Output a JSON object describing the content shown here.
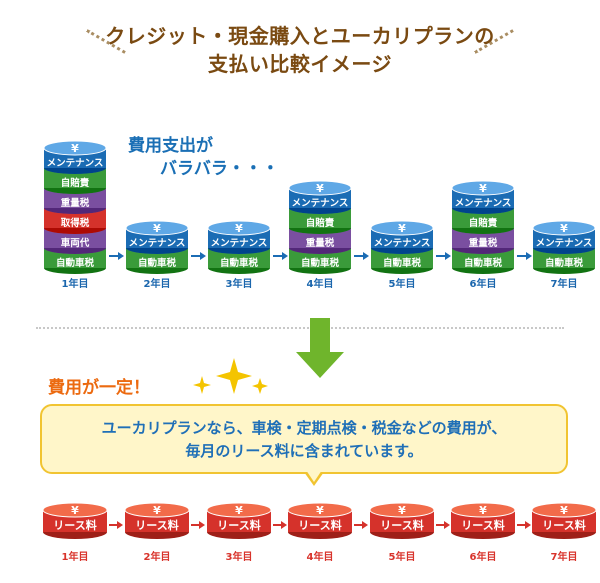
{
  "title": {
    "line1": "クレジット・現金購入とユーカリプランの",
    "line2": "支払い比較イメージ"
  },
  "top_section": {
    "note_line1": "費用支出が",
    "note_line2": "バラバラ・・・",
    "years": [
      {
        "label": "1年目",
        "stack": [
          "メンテナンス",
          "自賠責",
          "重量税",
          "取得税",
          "車両代",
          "自動車税"
        ]
      },
      {
        "label": "2年目",
        "stack": [
          "メンテナンス",
          "自動車税"
        ]
      },
      {
        "label": "3年目",
        "stack": [
          "メンテナンス",
          "自動車税"
        ]
      },
      {
        "label": "4年目",
        "stack": [
          "メンテナンス",
          "自賠責",
          "重量税",
          "自動車税"
        ]
      },
      {
        "label": "5年目",
        "stack": [
          "メンテナンス",
          "自動車税"
        ]
      },
      {
        "label": "6年目",
        "stack": [
          "メンテナンス",
          "自賠責",
          "重量税",
          "自動車税"
        ]
      },
      {
        "label": "7年目",
        "stack": [
          "メンテナンス",
          "自動車税"
        ]
      }
    ],
    "coin_symbol": "¥"
  },
  "bottom_section": {
    "note": "費用が一定！",
    "bubble_line1": "ユーカリプランなら、車検・定期点検・税金などの費用が、",
    "bubble_line2": "毎月のリース料に含まれています。",
    "items": [
      {
        "label": "1年目",
        "coin": "リース料"
      },
      {
        "label": "2年目",
        "coin": "リース料"
      },
      {
        "label": "3年目",
        "coin": "リース料"
      },
      {
        "label": "4年目",
        "coin": "リース料"
      },
      {
        "label": "5年目",
        "coin": "リース料"
      },
      {
        "label": "6年目",
        "coin": "リース料"
      },
      {
        "label": "7年目",
        "coin": "リース料"
      }
    ],
    "coin_symbol": "¥"
  },
  "colors": {
    "blue": "#1b6cb4",
    "green": "#3a9b3a",
    "purple": "#7a4fa0",
    "red": "#d5322b",
    "arrow_green": "#6fb52c",
    "title_brown": "#7a4a12",
    "star_yellow": "#f4c400"
  }
}
